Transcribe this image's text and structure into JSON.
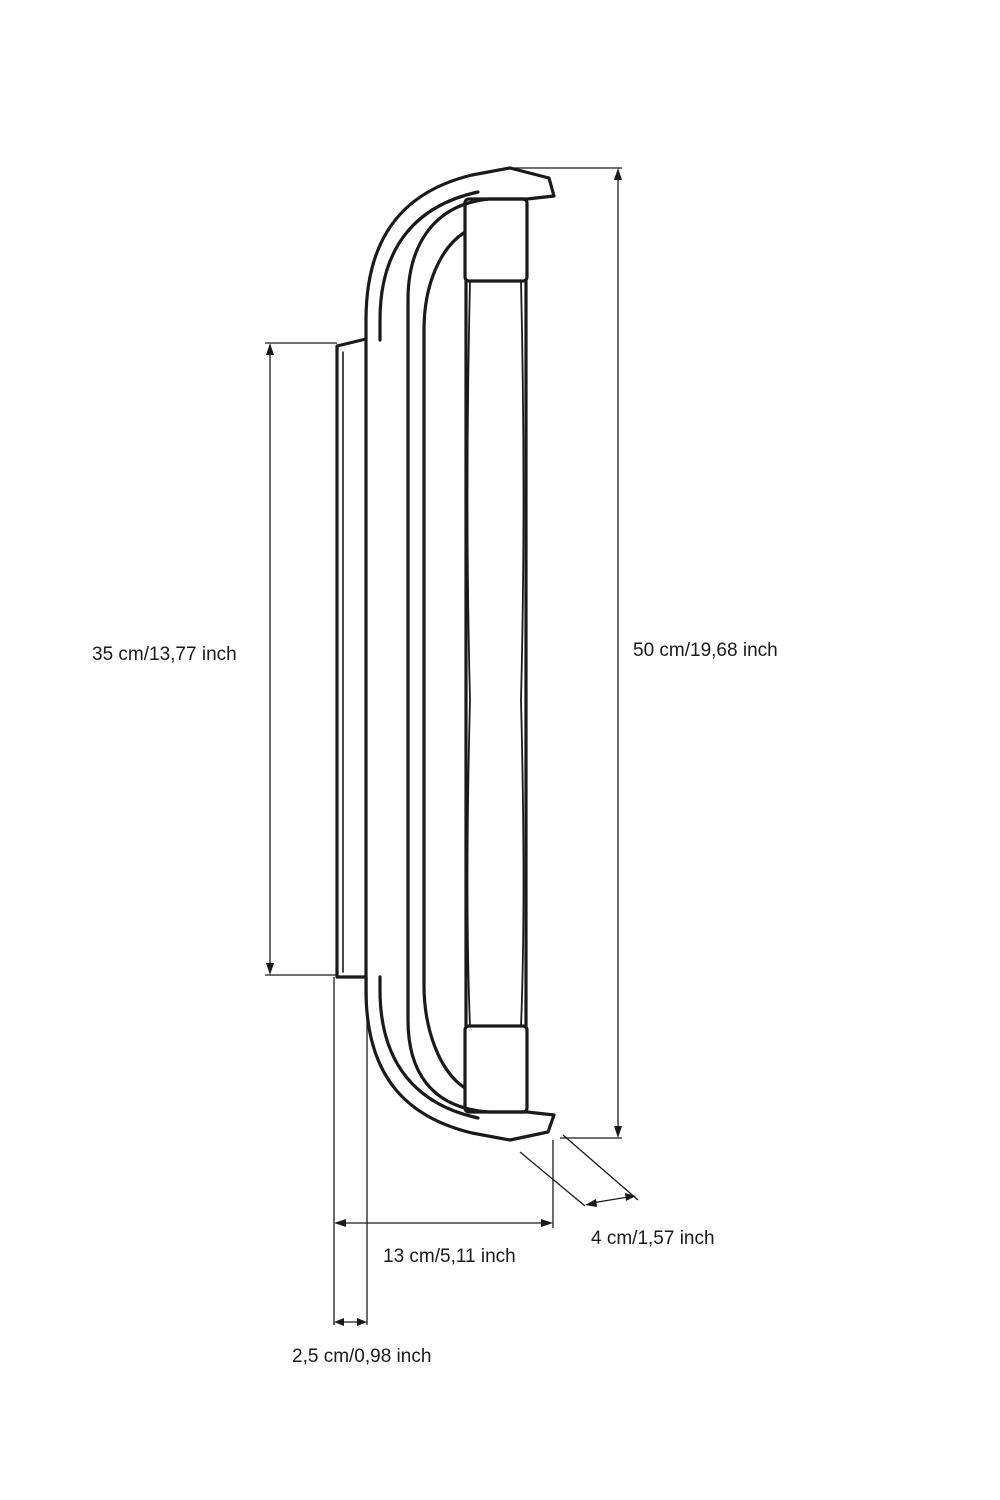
{
  "dimensions": {
    "height_total": "50 cm/19,68 inch",
    "height_backplate": "35 cm/13,77 inch",
    "depth_total": "13 cm/5,11 inch",
    "backplate_thickness": "2,5 cm/0,98 inch",
    "bar_width": "4 cm/1,57 inch"
  },
  "colors": {
    "line": "#1a1a1a",
    "background": "#ffffff"
  }
}
